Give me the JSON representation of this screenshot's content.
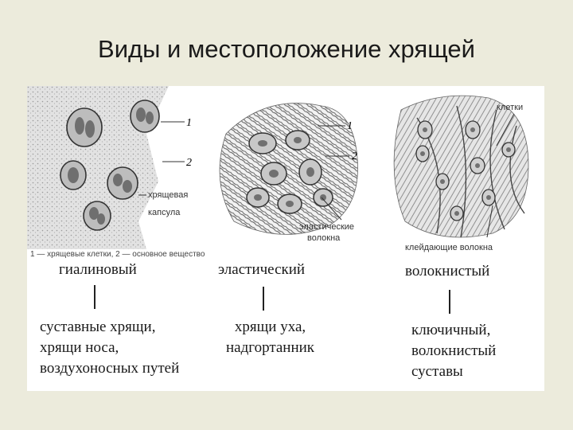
{
  "title": "Виды и местоположение хрящей",
  "figure": {
    "panel1_labels": {
      "marker_1": "1",
      "marker_2": "2",
      "capsule_line1": "хрящевая",
      "capsule_line2": "капсула",
      "caption": "1 — хрящевые клетки, 2 — основное вещество"
    },
    "panel2_labels": {
      "marker_1": "1",
      "marker_2": "2",
      "fibers_line1": "эластические",
      "fibers_line2": "волокна"
    },
    "panel3_labels": {
      "cells": "клетки",
      "fibers": "клейдающие волокна"
    }
  },
  "columns": [
    {
      "type": "гиалиновый",
      "locations": [
        "суставные хрящи,",
        "хрящи носа,",
        "воздухоносных путей"
      ]
    },
    {
      "type": "эластический",
      "locations": [
        "хрящи уха,",
        "надгортанник"
      ]
    },
    {
      "type": "волокнистый",
      "locations": [
        "ключичный,",
        "волокнистый",
        "суставы"
      ]
    }
  ]
}
